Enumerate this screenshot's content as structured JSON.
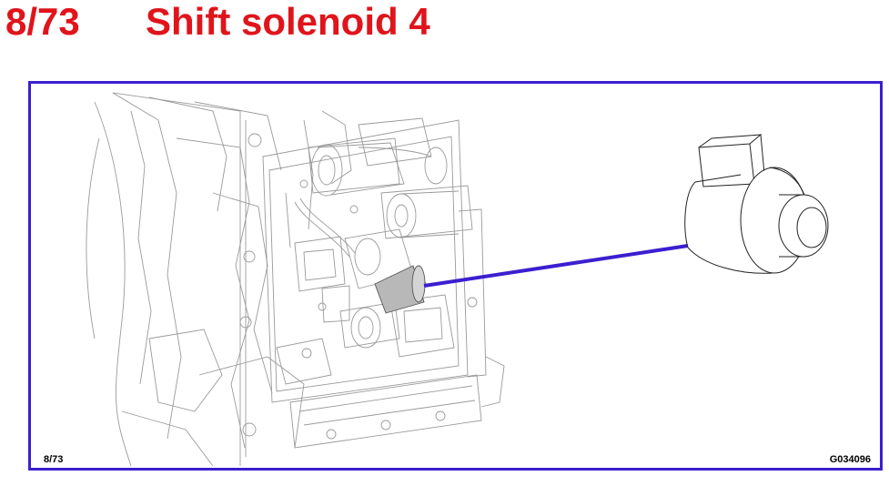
{
  "header": {
    "number": "8/73",
    "title": "Shift solenoid 4"
  },
  "diagram": {
    "page_ref": "8/73",
    "figure_code": "G034096"
  },
  "colors": {
    "title": "#e0141b",
    "frame": "#3b1fd0",
    "leader": "#3b1fd0",
    "highlight": "#b8b8b8"
  }
}
